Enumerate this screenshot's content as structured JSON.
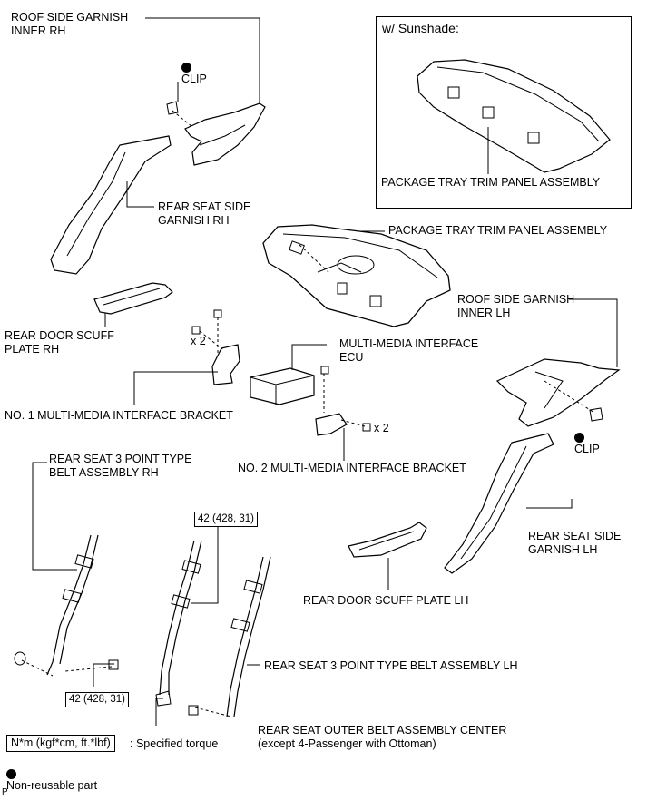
{
  "inset": {
    "title": "w/ Sunshade:",
    "part_label": "PACKAGE TRAY TRIM PANEL ASSEMBLY"
  },
  "labels": {
    "roof_side_garnish_inner_rh": [
      "ROOF SIDE GARNISH",
      "INNER RH"
    ],
    "clip_top": "CLIP",
    "rear_seat_side_garnish_rh": [
      "REAR SEAT SIDE",
      "GARNISH RH"
    ],
    "package_tray": "PACKAGE TRAY TRIM PANEL ASSEMBLY",
    "rear_door_scuff_plate_rh": [
      "REAR DOOR SCUFF",
      "PLATE RH"
    ],
    "roof_side_garnish_inner_lh": [
      "ROOF SIDE GARNISH",
      "INNER LH"
    ],
    "multi_media_ecu": [
      "MULTI-MEDIA INTERFACE",
      "ECU"
    ],
    "qty_x2_left": "x 2",
    "qty_x2_right": "x 2",
    "no1_bracket": "NO. 1 MULTI-MEDIA INTERFACE BRACKET",
    "clip_right": "CLIP",
    "rear_seat_3pt_rh": [
      "REAR SEAT 3 POINT TYPE",
      "BELT ASSEMBLY RH"
    ],
    "no2_bracket": "NO. 2 MULTI-MEDIA INTERFACE BRACKET",
    "rear_seat_side_garnish_lh": [
      "REAR SEAT SIDE",
      "GARNISH LH"
    ],
    "rear_door_scuff_plate_lh": "REAR DOOR SCUFF PLATE LH",
    "rear_seat_3pt_lh": "REAR SEAT 3 POINT TYPE BELT ASSEMBLY LH",
    "rear_seat_outer_center": [
      "REAR SEAT OUTER BELT ASSEMBLY CENTER",
      "(except 4-Passenger with Ottoman)"
    ]
  },
  "torque": {
    "top": "42 (428, 31)",
    "bottom": "42 (428, 31)"
  },
  "legend": {
    "torque_unit": "N*m (kgf*cm, ft.*lbf)",
    "torque_desc": ": Specified torque",
    "non_reusable": "Non-reusable part",
    "page_code": "P"
  }
}
